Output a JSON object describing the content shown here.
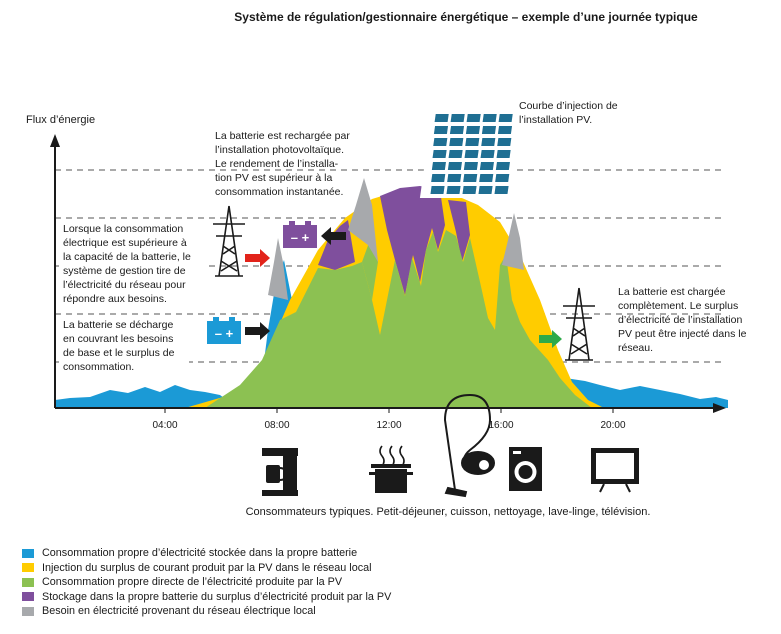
{
  "title": "Système de régulation/gestionnaire énergétique – exemple d’une journée typique",
  "axis": {
    "y_label": "Flux d’énergie",
    "x_ticks": [
      "04:00",
      "08:00",
      "12:00",
      "16:00",
      "20:00"
    ]
  },
  "annotations": {
    "pv_curve": [
      "Courbe d’injection de",
      "l’installation PV."
    ],
    "recharge": [
      "La batterie est rechargée par",
      "l’installation photovoltaïque.",
      "Le rendement de l’installa-",
      "tion PV est supérieur à la",
      "consommation instantanée."
    ],
    "grid_draw": [
      "Lorsque la consommation",
      "électrique est supérieure à",
      "la capacité de la batterie, le",
      "système de gestion tire de",
      "l’électricité du réseau pour",
      "répondre aux besoins."
    ],
    "discharge": [
      "La batterie se décharge",
      "en couvrant les besoins",
      "de base et le surplus de",
      "consommation."
    ],
    "full": [
      "La batterie est chargée",
      "complètement. Le surplus",
      "d’électricité de l’installation",
      "PV peut être injecté dans le",
      "réseau."
    ]
  },
  "battery_symbol": "– +",
  "consumers_caption": "Consommateurs typiques. Petit-déjeuner, cuisson, nettoyage, lave-linge, télévision.",
  "consumer_icons": [
    "coffee-machine-icon",
    "cooking-pot-icon",
    "vacuum-cleaner-icon",
    "washing-machine-icon",
    "television-icon"
  ],
  "legend": [
    {
      "color": "#1b9ad6",
      "label": "Consommation propre d’électricité stockée dans la propre batterie"
    },
    {
      "color": "#ffcc00",
      "label": "Injection du surplus de courant produit par la PV dans le réseau local"
    },
    {
      "color": "#8cc152",
      "label": "Consommation propre directe de l’électricité produite par la PV"
    },
    {
      "color": "#7f4f9d",
      "label": "Stockage dans la propre batterie du surplus d’électricité produit par la PV"
    },
    {
      "color": "#a7a9ac",
      "label": "Besoin en électricité provenant du réseau électrique local"
    }
  ]
}
